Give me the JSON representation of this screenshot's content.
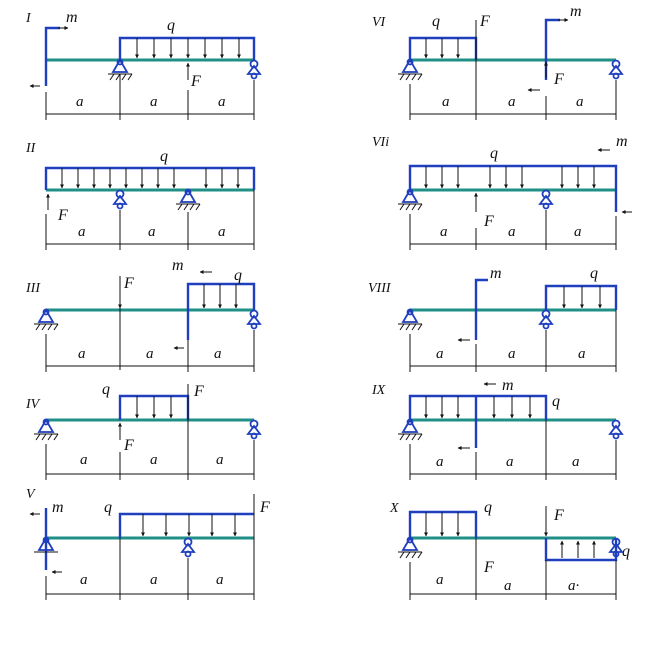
{
  "labels": {
    "I": "I",
    "II": "II",
    "III": "III",
    "IV": "IV",
    "V": "V",
    "VI": "VI",
    "VII": "VIi",
    "VIII": "VIII",
    "IX": "IX",
    "X": "X"
  },
  "symbols": {
    "m": "m",
    "q": "q",
    "F": "F",
    "a": "a",
    "a_dot": "a·"
  },
  "colors": {
    "beam": "#1f8f87",
    "load": "#1f3fbf",
    "line": "#111111"
  },
  "icons": {
    "pin_support": "triangle-hatch-icon",
    "roller_support": "circle-triangle-icon"
  }
}
